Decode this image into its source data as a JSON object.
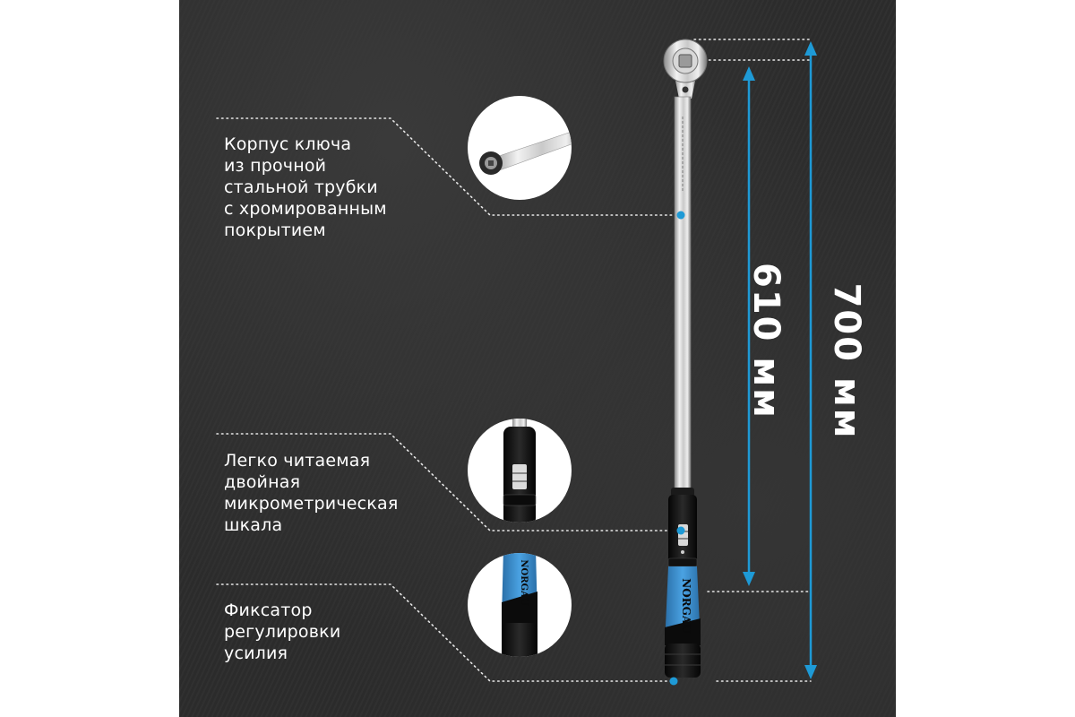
{
  "features": [
    {
      "text": "Корпус ключа\nиз прочной\nстальной трубки\nс хромированным\nпокрытием"
    },
    {
      "text": "Легко читаемая\nдвойная\nмикрометрическая\nшкала"
    },
    {
      "text": "Фиксатор\nрегулировки\nусилия"
    }
  ],
  "dimensions": {
    "handle_length": "610 мм",
    "total_length": "700 мм"
  },
  "brand": "NORGAU",
  "colors": {
    "background": "#2c2c2c",
    "accent": "#1e9ad6",
    "handle_blue": "#3c8fd0",
    "text": "#ffffff"
  }
}
